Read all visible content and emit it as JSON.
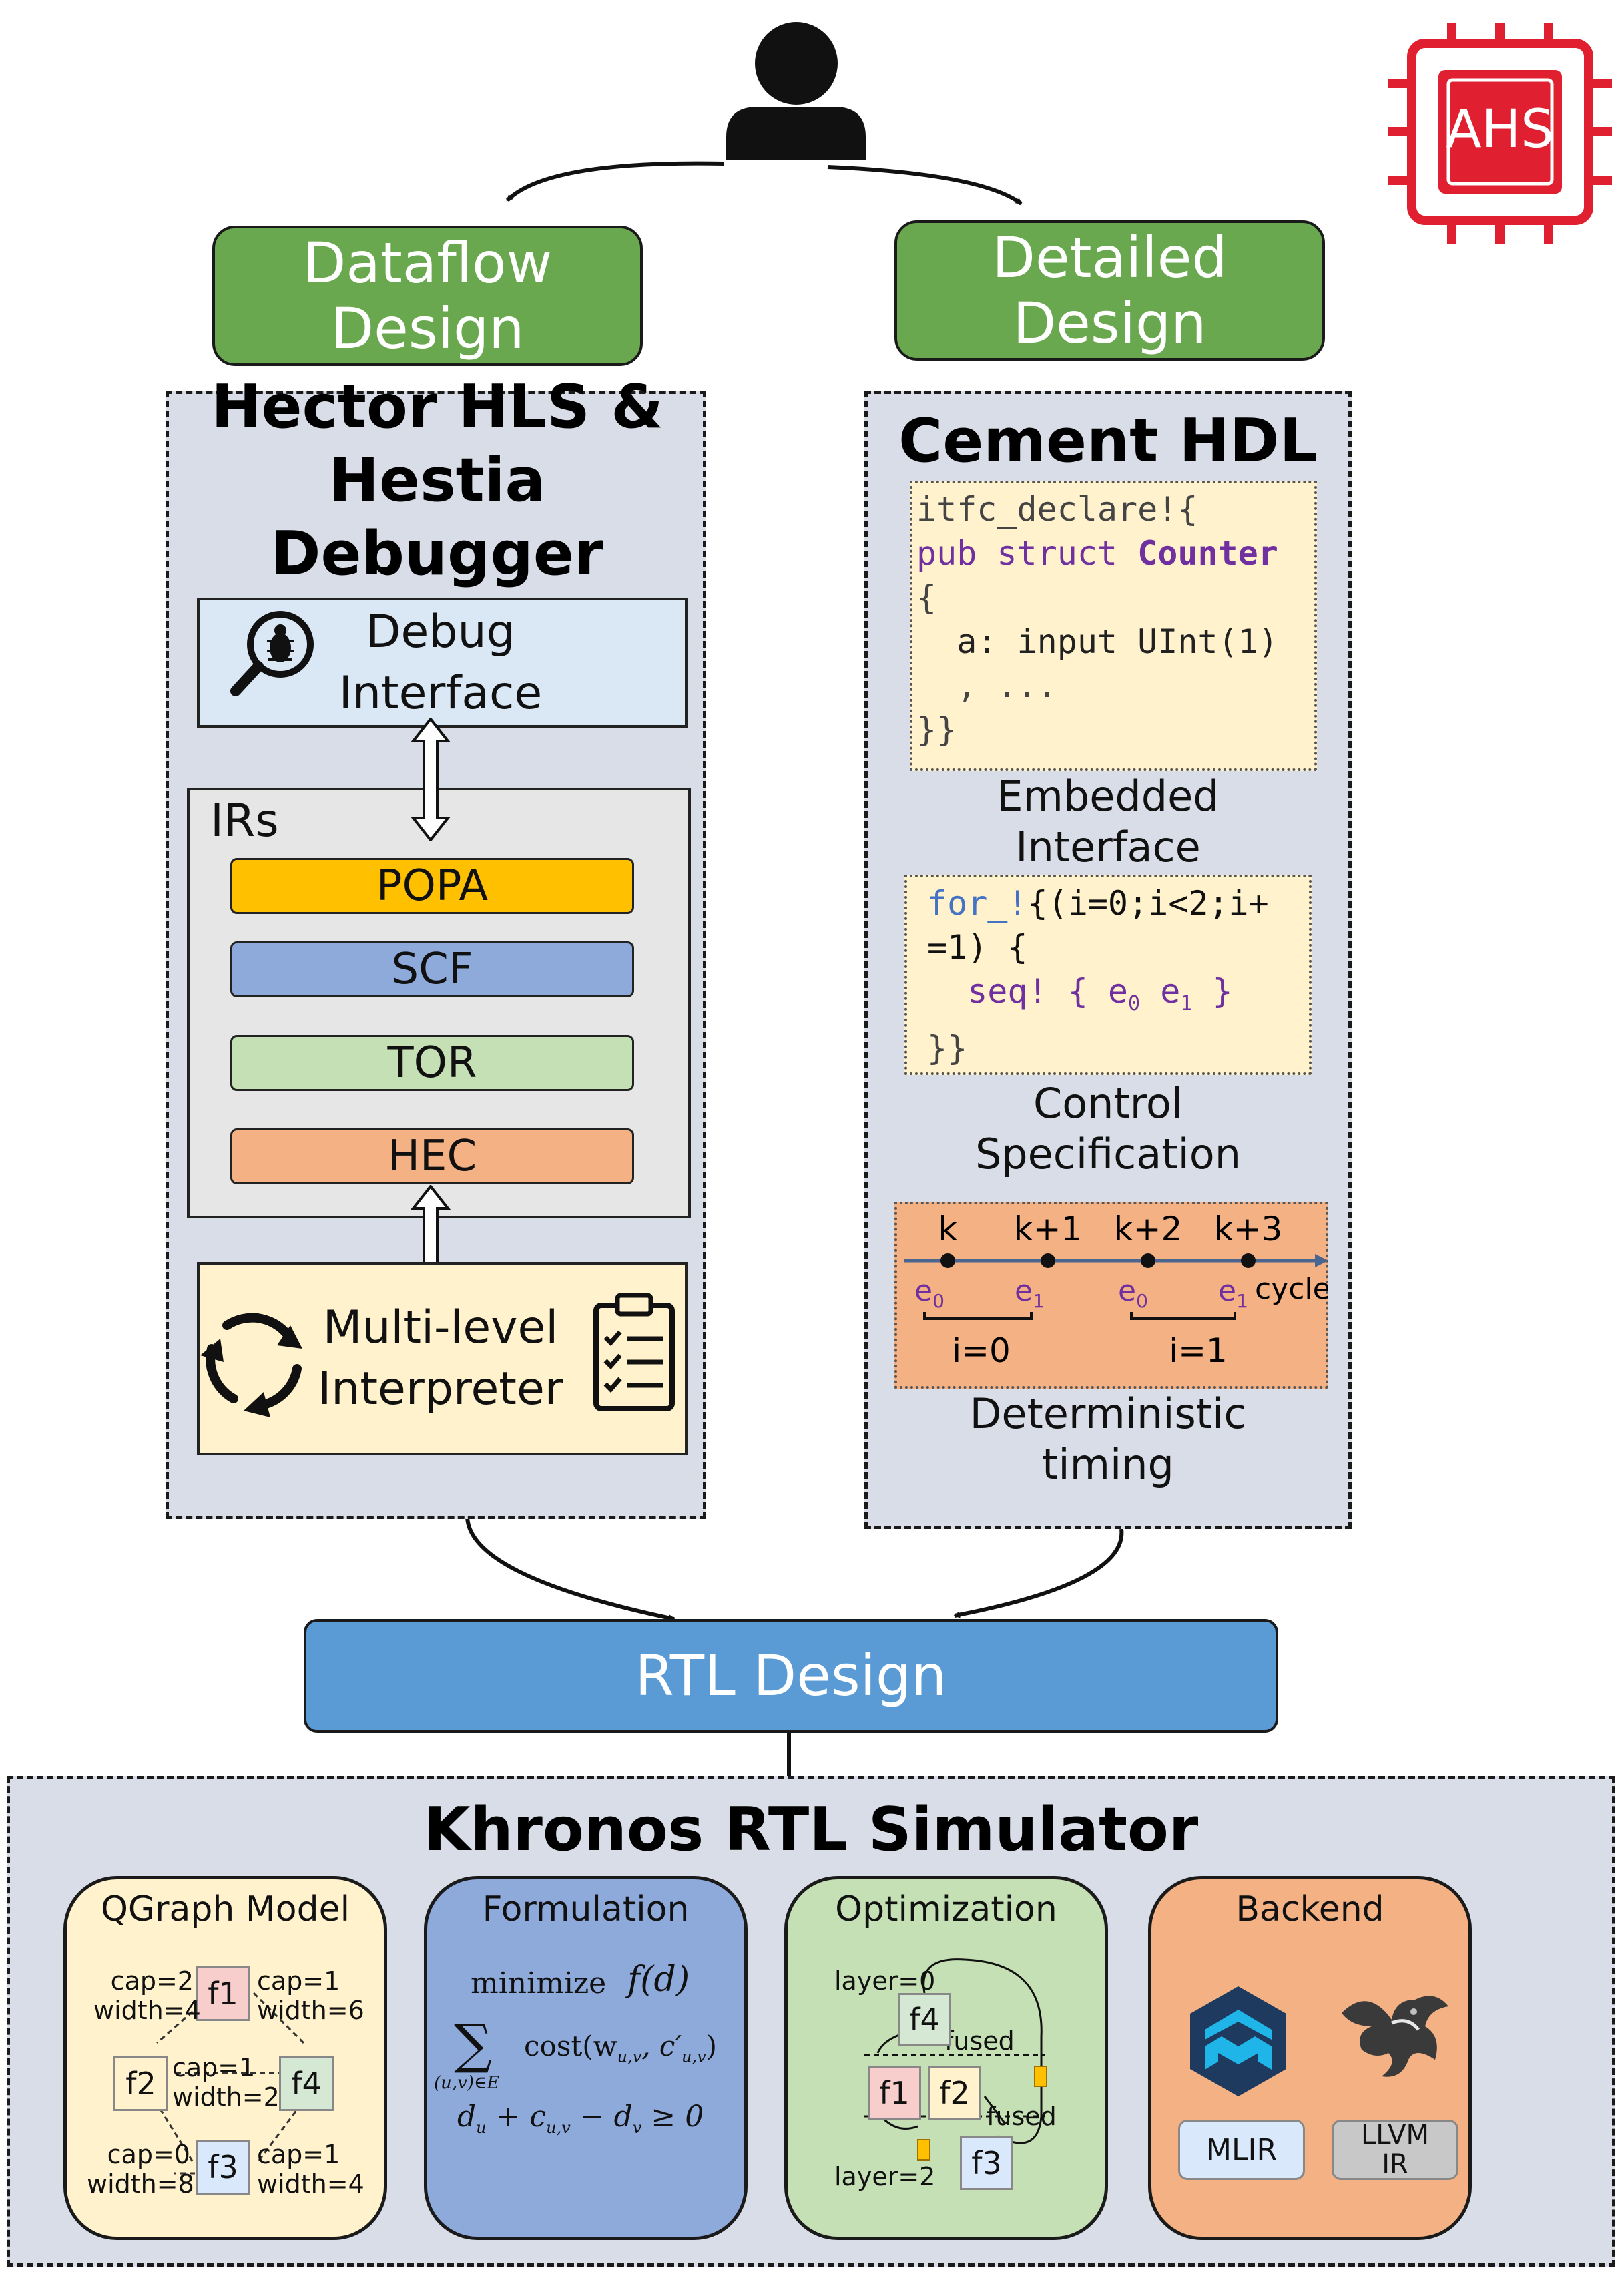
{
  "top": {
    "dataflow": [
      "Dataflow",
      "Design"
    ],
    "detailed": [
      "Detailed",
      "Design"
    ],
    "logo_text": "AHS"
  },
  "hector": {
    "title": [
      "Hector HLS &",
      "Hestia Debugger"
    ],
    "debug_interface": [
      "Debug",
      "Interface"
    ],
    "irs_label": "IRs",
    "irs": [
      {
        "label": "POPA",
        "color": "#ffc000"
      },
      {
        "label": "SCF",
        "color": "#8eaadb"
      },
      {
        "label": "TOR",
        "color": "#c5e0b4"
      },
      {
        "label": "HEC",
        "color": "#f4b183"
      }
    ],
    "interpreter": [
      "Multi-level",
      "Interpreter"
    ]
  },
  "cement": {
    "title": "Cement HDL",
    "code1": [
      "itfc_declare!{",
      "pub struct Counter",
      "{",
      "  a: input UInt(1)",
      "  , ...",
      "}}"
    ],
    "caption1": [
      "Embedded",
      "Interface"
    ],
    "code2": [
      "for_!{(i=0;i<2;i+",
      "=1) {",
      "  seq! { e",
      "}}"
    ],
    "code2_subs": [
      "0",
      "1"
    ],
    "caption2": [
      "Control",
      "Specification"
    ],
    "timeline": {
      "ticks": [
        "k",
        "k+1",
        "k+2",
        "k+3"
      ],
      "events": [
        "e",
        "e",
        "e",
        "e"
      ],
      "event_subs": [
        "0",
        "1",
        "0",
        "1"
      ],
      "axis_label": "cycle",
      "iterations": [
        "i=0",
        "i=1"
      ]
    },
    "caption3": [
      "Deterministic",
      "timing"
    ]
  },
  "rtl": {
    "label": "RTL Design"
  },
  "khronos": {
    "title": "Khronos RTL Simulator",
    "qgraph": {
      "title": "QGraph Model",
      "nodes": [
        "f1",
        "f2",
        "f4",
        "f3"
      ],
      "labels": [
        [
          "cap=2",
          "width=4"
        ],
        [
          "cap=1",
          "width=6"
        ],
        [
          "cap=1",
          "width=2"
        ],
        [
          "cap=0",
          "width=8"
        ],
        [
          "cap=1",
          "width=4"
        ]
      ]
    },
    "formulation": {
      "title": "Formulation",
      "lines": [
        "minimize",
        "f(d)",
        "cost(w",
        "d",
        "+ c",
        "− d",
        "≥ 0"
      ],
      "sum_sub": "(u,v)∈E"
    },
    "optimization": {
      "title": "Optimization",
      "labels": [
        "layer=0",
        "fused",
        "fused",
        "layer=2"
      ],
      "nodes": [
        "f4",
        "f1",
        "f2",
        "f3"
      ]
    },
    "backend": {
      "title": "Backend",
      "items": [
        "MLIR",
        [
          "LLVM",
          "IR"
        ]
      ]
    }
  }
}
